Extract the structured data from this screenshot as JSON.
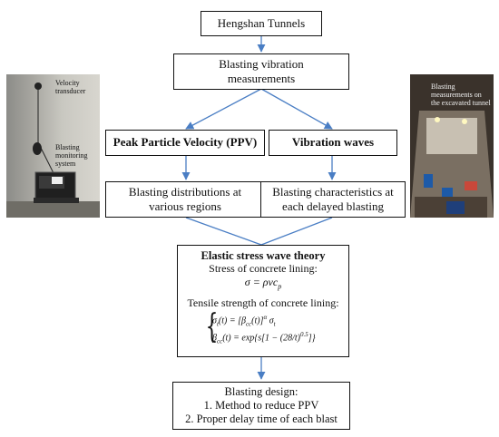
{
  "top_box": {
    "label": "Hengshan Tunnels"
  },
  "measure_box": {
    "line1": "Blasting vibration",
    "line2": "measurements"
  },
  "ppv_box": {
    "label": "Peak Particle Velocity (PPV)"
  },
  "waves_box": {
    "label": "Vibration waves"
  },
  "dist_box": {
    "line1": "Blasting distributions at",
    "line2": "various regions"
  },
  "char_box": {
    "line1": "Blasting characteristics at",
    "line2": "each delayed blasting"
  },
  "theory_box": {
    "title": "Elastic stress wave theory",
    "stress_label": "Stress of concrete lining:",
    "stress_formula": "σ = ρvc",
    "stress_sub": "p",
    "tensile_label": "Tensile strength of concrete lining:",
    "formula1": "σ",
    "formula2": "β"
  },
  "design_box": {
    "line1": "Blasting design:",
    "line2": "1. Method to reduce PPV",
    "line3": "2. Proper delay time of each blast"
  },
  "left_photo": {
    "caption1": "Velocity\ntransducer",
    "caption2": "Blasting\nmonitoring\nsystem"
  },
  "right_photo": {
    "caption": "Blasting\nmeasurements on\nthe excavated tunnel"
  },
  "colors": {
    "arrow": "#4a7ec4",
    "border": "#111111"
  }
}
